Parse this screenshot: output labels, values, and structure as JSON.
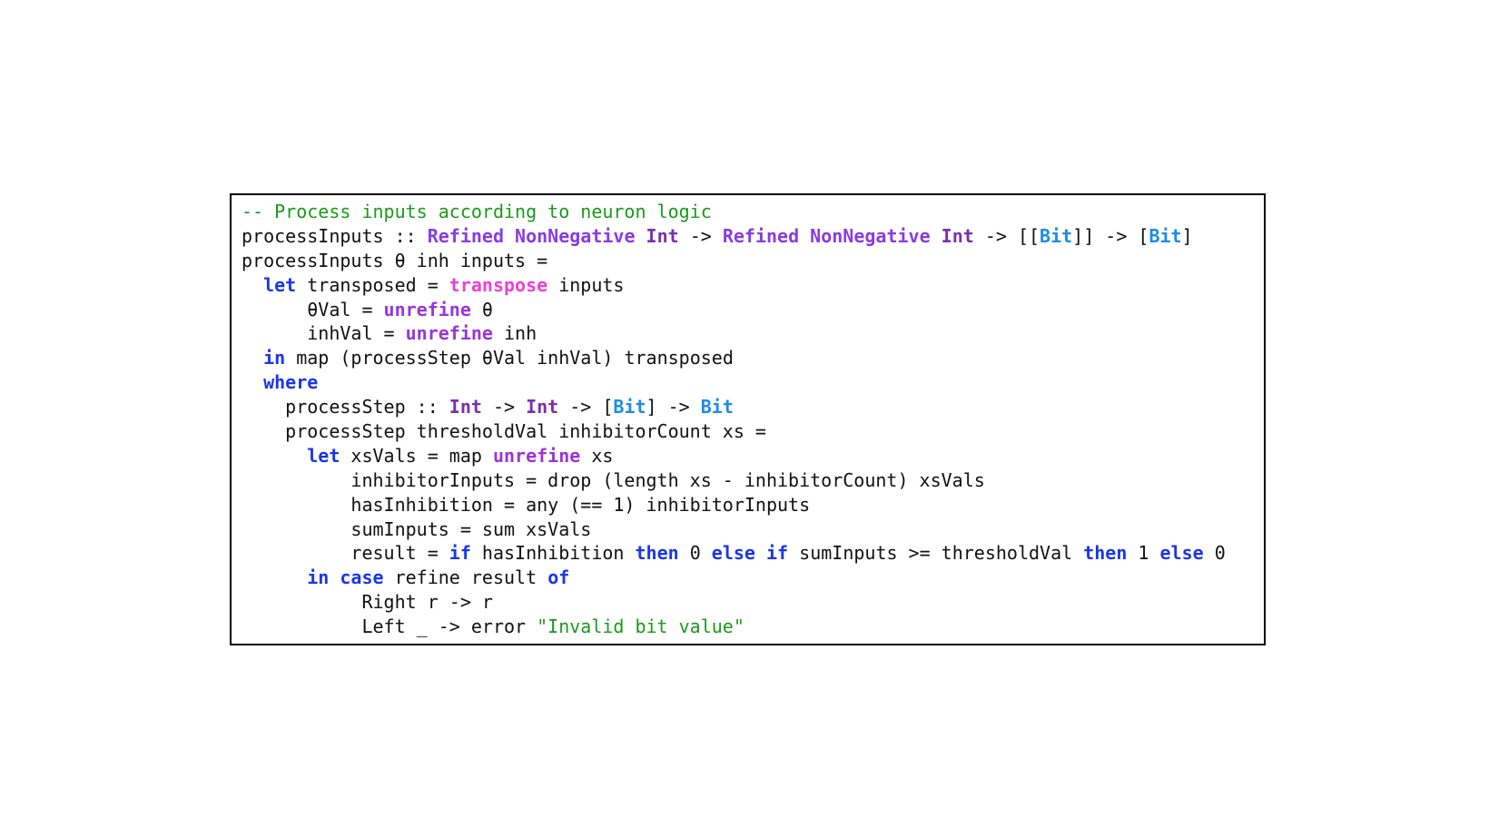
{
  "colors": {
    "background": "#ffffff",
    "border": "#000000",
    "plain": "#111111",
    "comment": "#1a9a1a",
    "string": "#1a9a1a",
    "keyword": "#1a36e8",
    "type": "#8a3be0",
    "int_type": "#7b2fb0",
    "builtin": "#9b35d6",
    "highlighted_function": "#ee3fd8",
    "bit_type": "#1c8de6"
  },
  "code_block": {
    "language": "haskell",
    "lines": [
      [
        {
          "t": "-- Process inputs according to neuron logic",
          "k": "comment"
        }
      ],
      [
        {
          "t": "processInputs :: ",
          "k": "plain"
        },
        {
          "t": "Refined NonNegative",
          "k": "type"
        },
        {
          "t": " ",
          "k": "plain"
        },
        {
          "t": "Int",
          "k": "typetwo"
        },
        {
          "t": " -> ",
          "k": "plain"
        },
        {
          "t": "Refined NonNegative",
          "k": "type"
        },
        {
          "t": " ",
          "k": "plain"
        },
        {
          "t": "Int",
          "k": "typetwo"
        },
        {
          "t": " -> [[",
          "k": "plain"
        },
        {
          "t": "Bit",
          "k": "bit"
        },
        {
          "t": "]] -> [",
          "k": "plain"
        },
        {
          "t": "Bit",
          "k": "bit"
        },
        {
          "t": "]",
          "k": "plain"
        }
      ],
      [
        {
          "t": "processInputs θ inh inputs =",
          "k": "plain"
        }
      ],
      [
        {
          "t": "  ",
          "k": "plain"
        },
        {
          "t": "let",
          "k": "keyword"
        },
        {
          "t": " transposed = ",
          "k": "plain"
        },
        {
          "t": "transpose",
          "k": "func"
        },
        {
          "t": " inputs",
          "k": "plain"
        }
      ],
      [
        {
          "t": "      θVal = ",
          "k": "plain"
        },
        {
          "t": "unrefine",
          "k": "builtin"
        },
        {
          "t": " θ",
          "k": "plain"
        }
      ],
      [
        {
          "t": "      inhVal = ",
          "k": "plain"
        },
        {
          "t": "unrefine",
          "k": "builtin"
        },
        {
          "t": " inh",
          "k": "plain"
        }
      ],
      [
        {
          "t": "  ",
          "k": "plain"
        },
        {
          "t": "in",
          "k": "keyword"
        },
        {
          "t": " map (processStep θVal inhVal) transposed",
          "k": "plain"
        }
      ],
      [
        {
          "t": "  ",
          "k": "plain"
        },
        {
          "t": "where",
          "k": "keyword"
        }
      ],
      [
        {
          "t": "    processStep :: ",
          "k": "plain"
        },
        {
          "t": "Int",
          "k": "typetwo"
        },
        {
          "t": " -> ",
          "k": "plain"
        },
        {
          "t": "Int",
          "k": "typetwo"
        },
        {
          "t": " -> [",
          "k": "plain"
        },
        {
          "t": "Bit",
          "k": "bit"
        },
        {
          "t": "] -> ",
          "k": "plain"
        },
        {
          "t": "Bit",
          "k": "bit"
        }
      ],
      [
        {
          "t": "    processStep thresholdVal inhibitorCount xs =",
          "k": "plain"
        }
      ],
      [
        {
          "t": "      ",
          "k": "plain"
        },
        {
          "t": "let",
          "k": "keyword"
        },
        {
          "t": " xsVals = map ",
          "k": "plain"
        },
        {
          "t": "unrefine",
          "k": "builtin"
        },
        {
          "t": " xs",
          "k": "plain"
        }
      ],
      [
        {
          "t": "          inhibitorInputs = drop (length xs - inhibitorCount) xsVals",
          "k": "plain"
        }
      ],
      [
        {
          "t": "          hasInhibition = any (== 1) inhibitorInputs",
          "k": "plain"
        }
      ],
      [
        {
          "t": "          sumInputs = sum xsVals",
          "k": "plain"
        }
      ],
      [
        {
          "t": "          result = ",
          "k": "plain"
        },
        {
          "t": "if",
          "k": "keyword"
        },
        {
          "t": " hasInhibition ",
          "k": "plain"
        },
        {
          "t": "then",
          "k": "keyword"
        },
        {
          "t": " 0 ",
          "k": "plain"
        },
        {
          "t": "else",
          "k": "keyword"
        },
        {
          "t": " ",
          "k": "plain"
        },
        {
          "t": "if",
          "k": "keyword"
        },
        {
          "t": " sumInputs >= thresholdVal ",
          "k": "plain"
        },
        {
          "t": "then",
          "k": "keyword"
        },
        {
          "t": " 1 ",
          "k": "plain"
        },
        {
          "t": "else",
          "k": "keyword"
        },
        {
          "t": " 0",
          "k": "plain"
        }
      ],
      [
        {
          "t": "      ",
          "k": "plain"
        },
        {
          "t": "in",
          "k": "keyword"
        },
        {
          "t": " ",
          "k": "plain"
        },
        {
          "t": "case",
          "k": "keyword"
        },
        {
          "t": " refine result ",
          "k": "plain"
        },
        {
          "t": "of",
          "k": "keyword"
        }
      ],
      [
        {
          "t": "           Right r -> r",
          "k": "plain"
        }
      ],
      [
        {
          "t": "           Left _ -> error ",
          "k": "plain"
        },
        {
          "t": "\"Invalid bit value\"",
          "k": "string"
        }
      ]
    ]
  }
}
